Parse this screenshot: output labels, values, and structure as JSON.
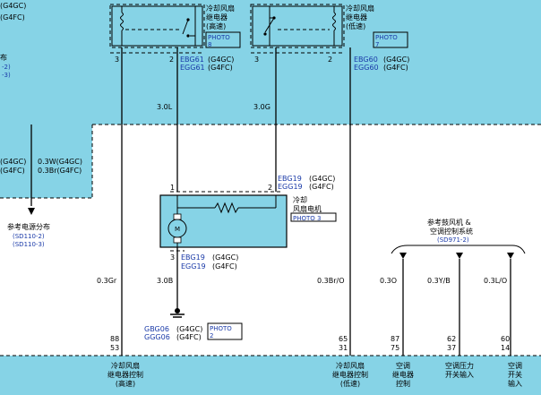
{
  "relay_high": {
    "name_line1": "冷却风扇",
    "name_line2": "继电器",
    "name_line3": "(高速)",
    "photo_line1": "PHOTO",
    "photo_line2": "8",
    "pin_left": "3",
    "pin_right": "2",
    "ground_1": "EBG61",
    "engine_1": "(G4GC)",
    "ground_2": "EGG61",
    "engine_2": "(G4FC)"
  },
  "relay_low": {
    "name_line1": "冷却风扇",
    "name_line2": "继电器",
    "name_line3": "(低速)",
    "photo_line1": "PHOTO",
    "photo_line2": "7",
    "pin_left": "3",
    "pin_right": "2",
    "ground_1": "EBG60",
    "engine_1": "(G4GC)",
    "ground_2": "EGG60",
    "engine_2": "(G4FC)"
  },
  "left_edge": {
    "top_line1": "(G4GC)",
    "top_line2": "(G4FC)",
    "ref_head": "布",
    "ref_1": "-2)",
    "ref_2": "-3)",
    "wire_line1": "(G4GC)",
    "wire_line2": "(G4FC)",
    "wire_spec1": "0.3W(G4GC)",
    "wire_spec2": "0.3Br(G4FC)"
  },
  "power_ref": {
    "title": "参考电源分布",
    "ref_1": "(SD110-2)",
    "ref_2": "(SD110-3)"
  },
  "wires": {
    "w_30l": "3.0L",
    "w_30g": "3.0G",
    "w_03gr": "0.3Gr",
    "w_30b": "3.0B",
    "w_03bro": "0.3Br/O",
    "w_03o": "0.3O",
    "w_03yb": "0.3Y/B",
    "w_03lo": "0.3L/O"
  },
  "motor": {
    "name_line1": "冷却",
    "name_line2": "风扇电机",
    "photo": "PHOTO 3",
    "pin_1": "1",
    "pin_2": "2",
    "pin_3": "3",
    "m_label": "M",
    "top_ground_1": "EBG19",
    "top_engine_1": "(G4GC)",
    "top_ground_2": "EGG19",
    "top_engine_2": "(G4FC)",
    "bot_ground_1": "EBG19",
    "bot_engine_1": "(G4GC)",
    "bot_ground_2": "EGG19",
    "bot_engine_2": "(G4FC)"
  },
  "ground_point": {
    "ground_1": "GBG06",
    "engine_1": "(G4GC)",
    "ground_2": "GGG06",
    "engine_2": "(G4FC)",
    "photo_line1": "PHOTO",
    "photo_line2": "2"
  },
  "blower_ref": {
    "line1": "参考鼓风机 &",
    "line2": "空调控制系统",
    "ref": "(SD971-2)"
  },
  "ecm_pins": [
    {
      "top": "88",
      "bottom": "53"
    },
    {
      "top": "65",
      "bottom": "31"
    },
    {
      "top": "87",
      "bottom": "75"
    },
    {
      "top": "62",
      "bottom": "37"
    },
    {
      "top": "60",
      "bottom": "14"
    }
  ],
  "ecm_labels": [
    {
      "l1": "冷却风扇",
      "l2": "继电器控制",
      "l3": "(高速)"
    },
    {
      "l1": "冷却风扇",
      "l2": "继电器控制",
      "l3": "(低速)"
    },
    {
      "l1": "空调",
      "l2": "继电器",
      "l3": "控制"
    },
    {
      "l1": "空调压力",
      "l2": "开关输入",
      "l3": ""
    },
    {
      "l1": "空调",
      "l2": "开关",
      "l3": "输入"
    }
  ],
  "colors": {
    "panel": "#86d3e6",
    "component": "#86d3e6",
    "wire": "#000000",
    "ref_text": "#1a3aa8"
  }
}
